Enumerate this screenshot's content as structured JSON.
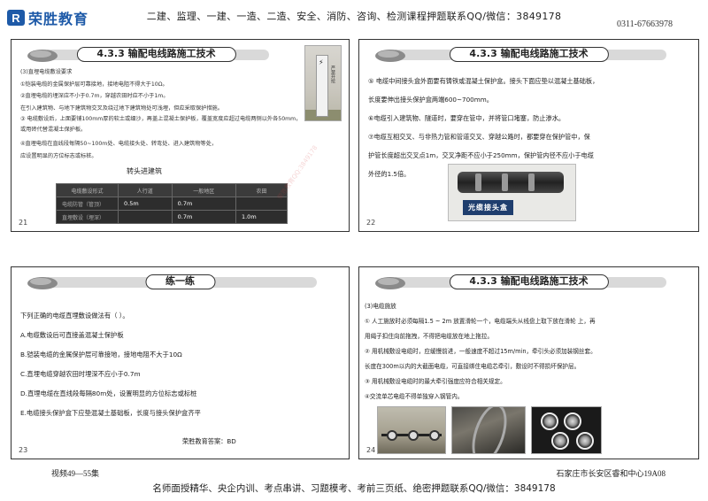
{
  "header": {
    "logo_mark": "R",
    "logo_text": "荣胜教育",
    "title": "二建、监理、一建、一造、二造、安全、消防、咨询、检测课程押题联系QQ/微信：3849178",
    "phone": "0311-67663978"
  },
  "slide21": {
    "title": "4.3.3 输配电线路施工技术",
    "lines": [
      "(3)直埋电缆敷设要求",
      "①铠装电缆的金属保护层可靠接地，接地电阻不得大于10Ω。",
      "②直埋电缆的埋深应不小于0.7m，穿越农田时应不小于1m。",
      "在引入建筑物、与地下建筑物交叉及绕过地下建筑物处可浅埋，但应采取保护措施。",
      "③ 电缆敷设后，上面要铺100mm厚的软土或细沙，再盖上混凝土保护板，覆盖宽度应超过电缆两侧以外各50mm，或用砖代替混凝土保护板。",
      "④直埋电缆在直线段每隔50~100m处、电缆接头处、转弯处、进入建筑物等处，",
      "应设置明显的方位标志或标桩。"
    ],
    "label_transfer": "转头进建筑",
    "marker_text": "严禁开挖",
    "table": {
      "headers": [
        "电缆敷设形式",
        "人行道",
        "一般地区",
        "农田"
      ],
      "rows": [
        [
          "电缆防管（管顶）",
          "0.5m",
          "0.7m",
          ""
        ],
        [
          "直埋敷设（埋深）",
          "",
          "0.7m",
          "1.0m"
        ]
      ]
    },
    "number": "21"
  },
  "slide22": {
    "title": "4.3.3 输配电线路施工技术",
    "lines": [
      "⑤ 电缆中间接头盒外面要有铸铁或混凝土保护盒。接头下面应垫以混凝土基础板，",
      "长度要伸出接头保护盒两端600~700mm。",
      "⑥电缆引入建筑物、隧道时，要穿在管中，并将管口堵塞，防止渗水。",
      "⑦电缆互相交叉、与非热力管和管道交叉、穿越公路时，都要穿在保护管中，保",
      "护管长度超出交叉点1m，交叉净距不应小于250mm，保护管内径不应小于电缆",
      "外径的1.5倍。"
    ],
    "box_label": "光缆接头盒",
    "number": "22"
  },
  "slide23": {
    "title": "练一练",
    "lines": [
      "下列正确的电缆直埋敷设做法有（    ）。",
      "A.电缆敷设后可直接盖混凝土保护板",
      "B.铠装电缆的金属保护层可靠接地，接地电阻不大于10Ω",
      "C.直埋电缆穿越农田时埋深不应小于0.7m",
      "D.直埋电缆在直线段每隔80m处，设置明显的方位标志或标桩",
      "E.电缆接头保护盒下应垫混凝土基础板，长度与接头保护盒齐平"
    ],
    "answer": "荣胜教育答案：BD",
    "number": "23"
  },
  "slide24": {
    "title": "4.3.3 输配电线路施工技术",
    "lines": [
      "(3)电缆施放",
      "① 人工施放时必须每隔1.5 ~ 2m 放置滑轮一个，电缆端头从线盘上取下放在滑轮 上，再",
      "用绳子扣住向前拖拽，不得把电缆放在地上拖拉。",
      "② 用机械敷设电缆时，应缓慢前进，一般速度不超过15m/min，牵引头必须加装钢丝套。",
      "长度在300m以内的大截面电缆，可直接绑住电缆芯牵引，敷设时不得损坏保护层。",
      "③ 用机械敷设电缆时的最大牵引强度应符合相关规定。",
      "④交流单芯电缆不得单独穿入钢管内。"
    ],
    "number": "24"
  },
  "footer": {
    "left": "视频49—55集",
    "right": "石家庄市长安区睿和中心19A08",
    "title": "名师面授精华、央企内训、考点串讲、习题模考、考前三页纸、绝密押题联系QQ/微信：3849178"
  },
  "watermark": "荣胜教育QQ:3849178"
}
